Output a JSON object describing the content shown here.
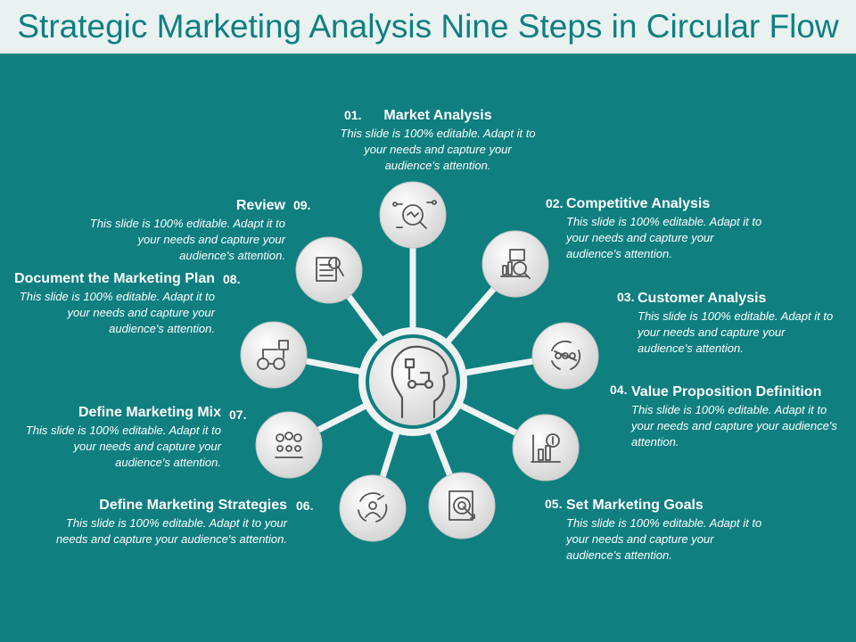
{
  "title": "Strategic Marketing Analysis Nine Steps in Circular Flow",
  "colors": {
    "background": "#0f7f80",
    "title_bar": "#e9f1f1",
    "title_text": "#0f7f80",
    "node_fill": "#d9d9d9"
  },
  "center_icon": "head-process-icon",
  "steps": [
    {
      "number": "01.",
      "title": "Market Analysis",
      "description": "This slide is 100% editable. Adapt it to your needs and capture your audience's attention.",
      "icon": "analysis-magnifier-icon"
    },
    {
      "number": "02.",
      "title": "Competitive Analysis",
      "description": "This slide is 100% editable. Adapt it to your needs and capture your audience's attention.",
      "icon": "chart-magnifier-icon"
    },
    {
      "number": "03.",
      "title": "Customer Analysis",
      "description": "This slide is 100% editable. Adapt it to your needs and capture your audience's attention.",
      "icon": "customer-cycle-icon"
    },
    {
      "number": "04.",
      "title": "Value Proposition Definition",
      "description": "This slide is 100% editable. Adapt it to your needs and capture your audience's attention.",
      "icon": "bar-chart-dollar-icon"
    },
    {
      "number": "05.",
      "title": "Set Marketing Goals",
      "description": "This slide is 100% editable. Adapt it to your needs and capture your audience's attention.",
      "icon": "target-document-icon"
    },
    {
      "number": "06.",
      "title": "Define Marketing Strategies",
      "description": "This slide is 100% editable. Adapt it to your needs and capture your audience's attention.",
      "icon": "strategy-person-icon"
    },
    {
      "number": "07.",
      "title": "Define Marketing Mix",
      "description": "This slide is 100% editable. Adapt it to your needs and capture your audience's attention.",
      "icon": "people-speech-icon"
    },
    {
      "number": "08.",
      "title": "Document the Marketing Plan",
      "description": "This slide is 100% editable. Adapt it to your needs and capture your audience's attention.",
      "icon": "flowchart-plan-icon"
    },
    {
      "number": "09.",
      "title": "Review",
      "description": "This slide is 100% editable. Adapt it to your needs and capture your audience's attention.",
      "icon": "document-review-icon"
    }
  ]
}
